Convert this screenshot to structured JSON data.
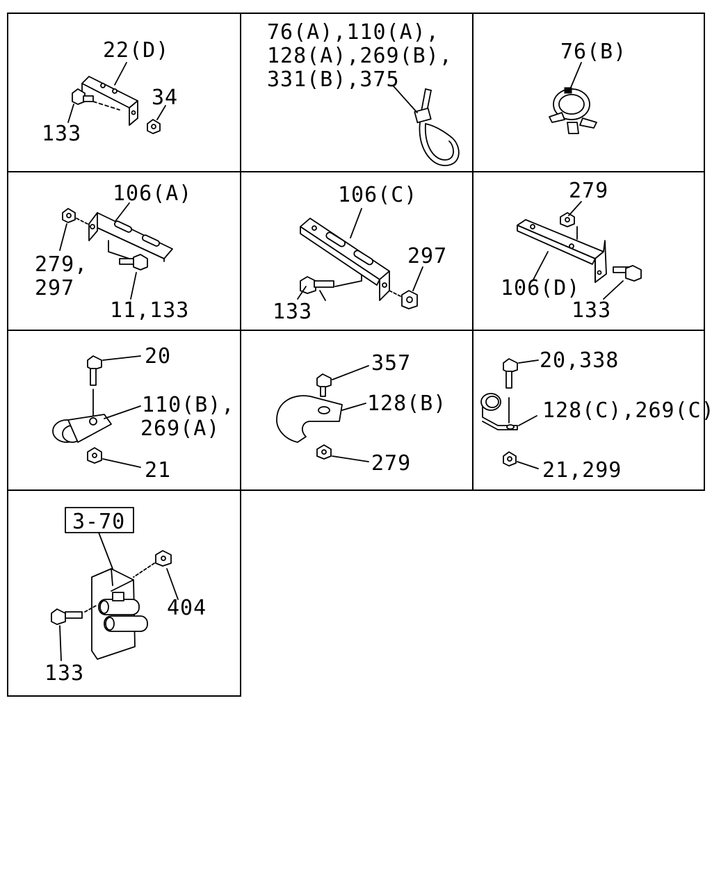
{
  "panels": [
    {
      "id": "p1",
      "labels": [
        "22(D)",
        "34",
        "133"
      ]
    },
    {
      "id": "p2",
      "labels": [
        "76(A),110(A),",
        "128(A),269(B),",
        "331(B),375"
      ]
    },
    {
      "id": "p3",
      "labels": [
        "76(B)"
      ]
    },
    {
      "id": "p4",
      "labels": [
        "106(A)",
        "279,",
        "297",
        "11,133"
      ]
    },
    {
      "id": "p5",
      "labels": [
        "106(C)",
        "297",
        "133"
      ]
    },
    {
      "id": "p6",
      "labels": [
        "279",
        "106(D)",
        "133"
      ]
    },
    {
      "id": "p7",
      "labels": [
        "20",
        "110(B),",
        "269(A)",
        "21"
      ]
    },
    {
      "id": "p8",
      "labels": [
        "357",
        "128(B)",
        "279"
      ]
    },
    {
      "id": "p9",
      "labels": [
        "20,338",
        "128(C),269(C)",
        "21,299"
      ]
    },
    {
      "id": "p10",
      "labels": [
        "3-70",
        "404",
        "133"
      ]
    }
  ]
}
